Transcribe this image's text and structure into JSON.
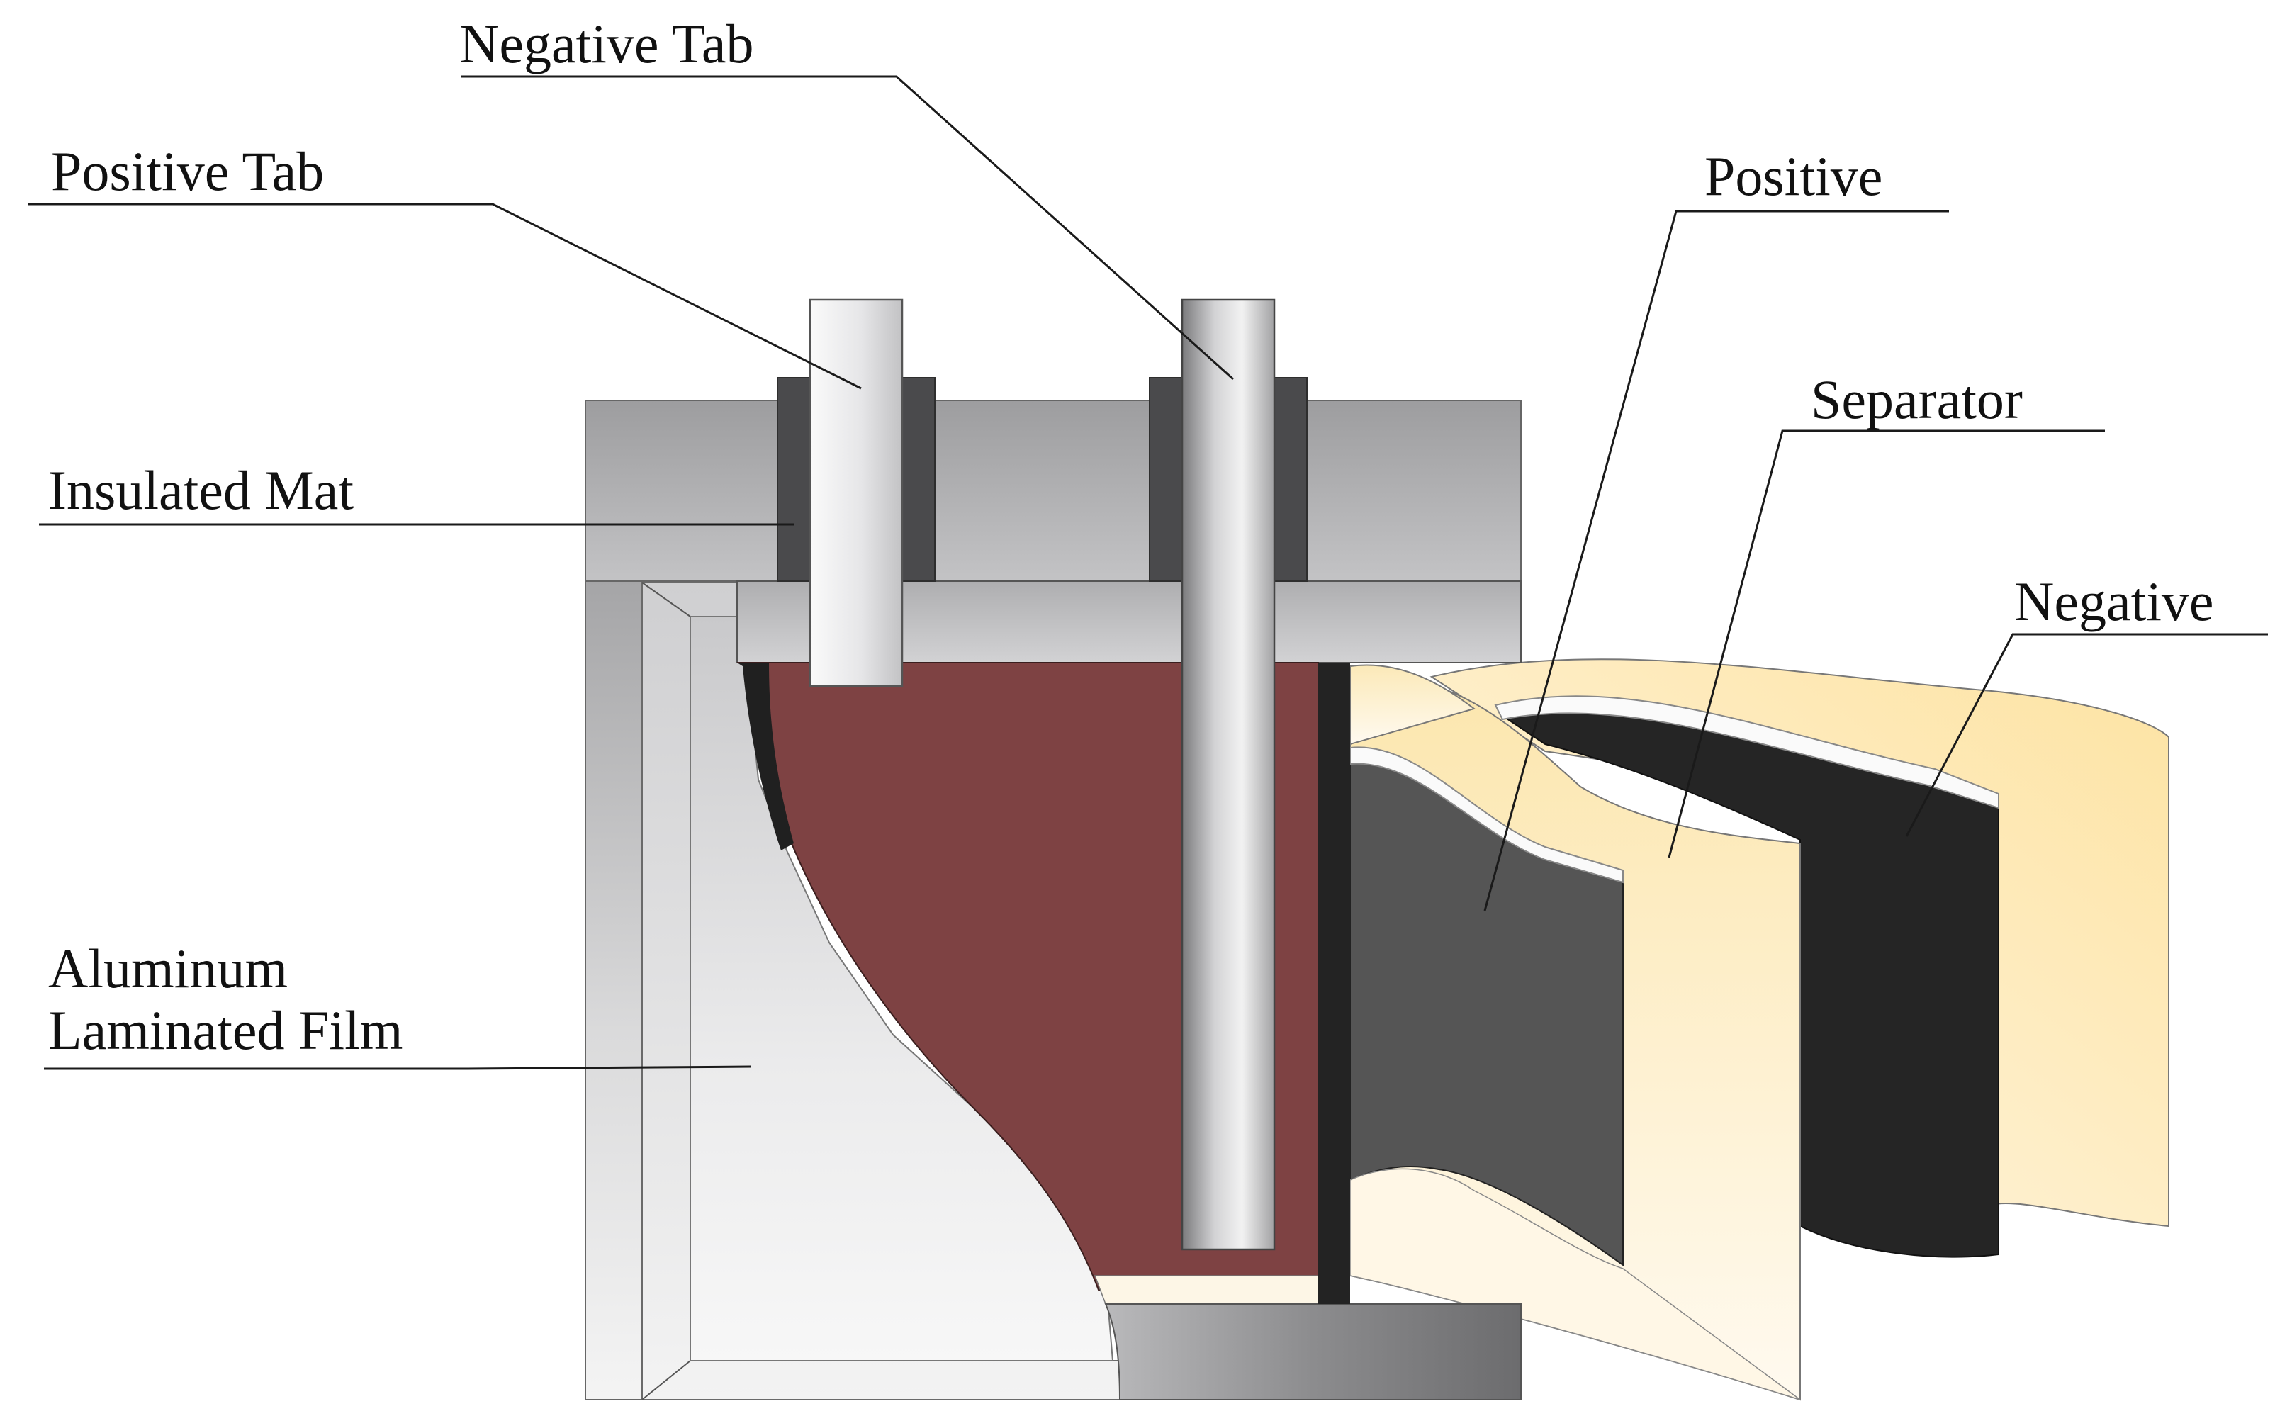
{
  "labels": {
    "negative_tab": "Negative Tab",
    "positive_tab": "Positive Tab",
    "insulated_mat": "Insulated Mat",
    "aluminum_film_line1": "Aluminum",
    "aluminum_film_line2": "Laminated Film",
    "positive": "Positive",
    "separator": "Separator",
    "negative": "Negative"
  },
  "colors": {
    "electrolyte": "#7e4243",
    "separator": "#fdf3d6",
    "positive_electrode": "#555555",
    "negative_electrode": "#252525",
    "casing": "#a9a9ab",
    "insulated_mat": "#4a4a4c"
  }
}
